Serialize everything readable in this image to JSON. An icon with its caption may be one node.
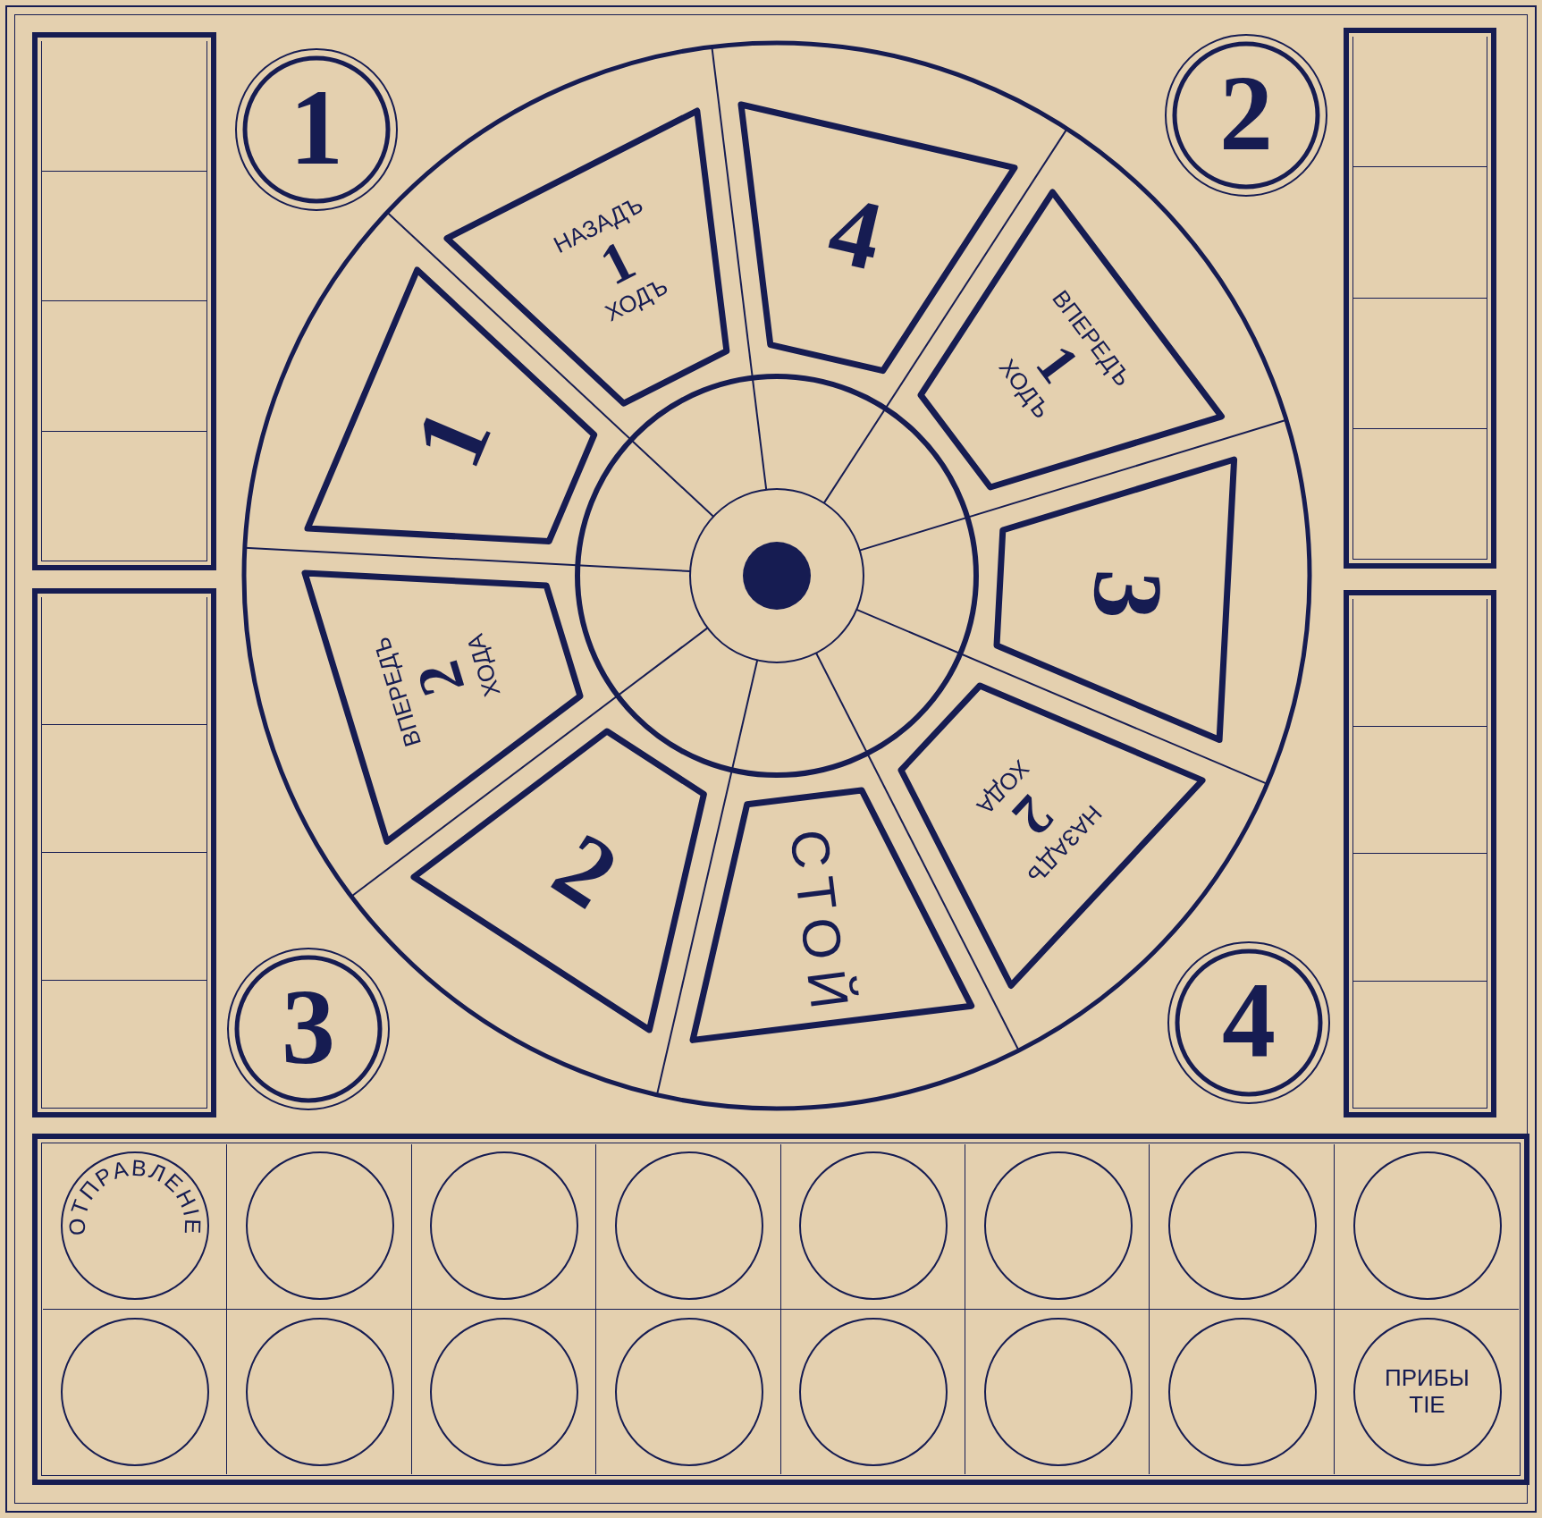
{
  "diagram": {
    "nodes": [
      {
        "text": [
          "1"
        ]
      },
      {
        "text": [
          "2"
        ]
      },
      {
        "text": [
          "1"
        ]
      },
      {
        "text": [
          "НАЗАДЪ",
          "1",
          "ХОДЪ"
        ]
      },
      {
        "text": [
          "4"
        ]
      },
      {
        "text": [
          "ВПЕРЕДЪ",
          "1",
          "ХОДЪ"
        ]
      },
      {
        "text": [
          "3"
        ]
      },
      {
        "text": [
          "НАЗАДЪ",
          "2",
          "ХОДА"
        ]
      },
      {
        "text": [
          "СТОЙ"
        ]
      },
      {
        "text": [
          "2"
        ]
      },
      {
        "text": [
          "ВПЕРЕДЪ",
          "2",
          "ХОДА"
        ]
      },
      {
        "text": [
          "3"
        ]
      },
      {
        "text": [
          "4"
        ]
      },
      {
        "text": [
          "ОТПРАВЛЕНІЕ"
        ]
      },
      {
        "text": [],
        "shape": "circle"
      },
      {
        "text": [],
        "shape": "circle"
      },
      {
        "text": [],
        "shape": "circle"
      },
      {
        "text": [],
        "shape": "circle"
      },
      {
        "text": [],
        "shape": "circle"
      },
      {
        "text": [],
        "shape": "circle"
      },
      {
        "text": [],
        "shape": "circle"
      },
      {
        "text": [],
        "shape": "circle"
      },
      {
        "text": [],
        "shape": "circle"
      },
      {
        "text": [],
        "shape": "circle"
      },
      {
        "text": [],
        "shape": "circle"
      },
      {
        "text": [],
        "shape": "circle"
      },
      {
        "text": [],
        "shape": "circle"
      },
      {
        "text": [],
        "shape": "circle"
      },
      {
        "text": [
          "ПРИБЫ ТІЕ"
        ]
      }
    ]
  }
}
